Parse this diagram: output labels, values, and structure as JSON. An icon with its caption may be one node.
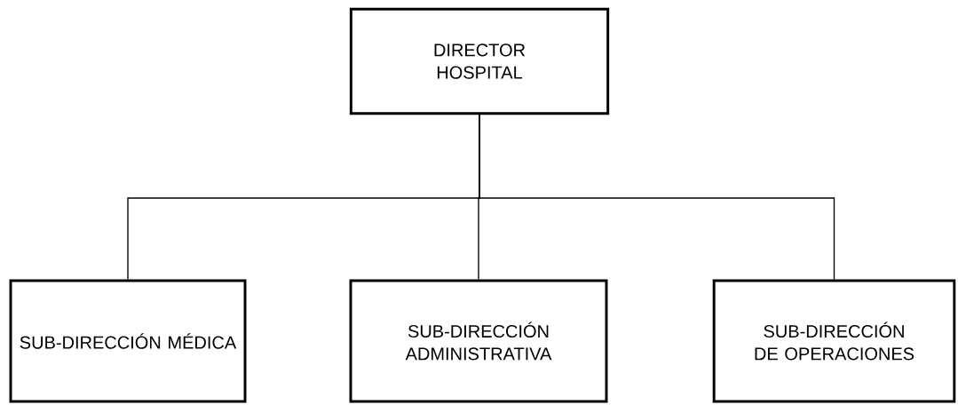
{
  "diagram": {
    "nodes": [
      {
        "text": [
          "DIRECTOR HOSPITAL"
        ]
      },
      {
        "text": [
          "SUB-DIRECCIÓN MÉDICA"
        ]
      },
      {
        "text": [
          "SUB-DIRECCIÓN ADMINISTRATIVA"
        ]
      },
      {
        "text": [
          "SUB-DIRECCIÓN DE OPERACIONES"
        ]
      }
    ],
    "edges": [
      {
        "from": 0,
        "to": 1,
        "arrow": "none"
      },
      {
        "from": 0,
        "to": 2,
        "arrow": "none"
      },
      {
        "from": 0,
        "to": 3,
        "arrow": "none"
      }
    ]
  }
}
